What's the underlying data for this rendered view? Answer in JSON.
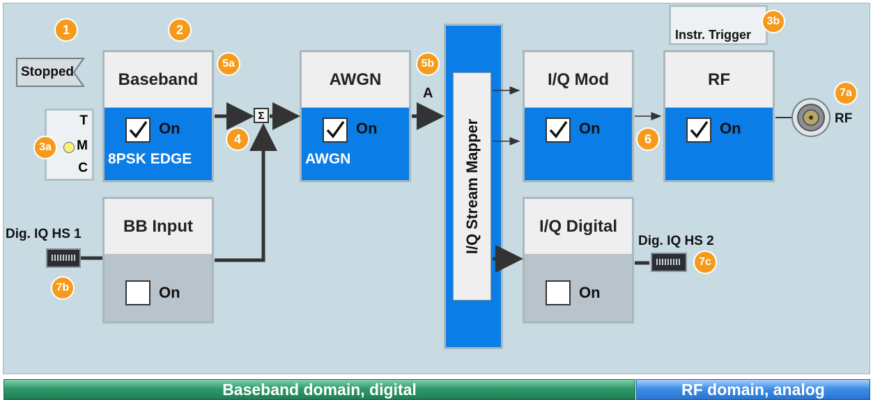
{
  "status": {
    "stopped_label": "Stopped"
  },
  "tmc": {
    "t": "T",
    "m": "M",
    "c": "C"
  },
  "blocks": {
    "baseband": {
      "title": "Baseband",
      "on_label": "On",
      "sub": "8PSK EDGE",
      "checked": true
    },
    "bb_input": {
      "title": "BB Input",
      "on_label": "On",
      "checked": false
    },
    "awgn": {
      "title": "AWGN",
      "on_label": "On",
      "sub": "AWGN",
      "checked": true
    },
    "iq_mod": {
      "title": "I/Q Mod",
      "on_label": "On",
      "checked": true
    },
    "rf": {
      "title": "RF",
      "on_label": "On",
      "checked": true
    },
    "iq_digital": {
      "title": "I/Q Digital",
      "on_label": "On",
      "checked": false
    }
  },
  "mapper": {
    "label": "I/Q Stream Mapper",
    "path_label": "A"
  },
  "trigger": {
    "label": "Instr. Trigger"
  },
  "connectors": {
    "dig_iq_hs1": "Dig. IQ HS 1",
    "dig_iq_hs2": "Dig. IQ HS 2",
    "rf_out": "RF"
  },
  "sum_symbol": "Σ",
  "badges": {
    "b1": "1",
    "b2": "2",
    "b3a": "3a",
    "b3b": "3b",
    "b4": "4",
    "b5a": "5a",
    "b5b": "5b",
    "b6": "6",
    "b7a": "7a",
    "b7b": "7b",
    "b7c": "7c"
  },
  "domains": {
    "baseband": "Baseband domain,  digital",
    "rf": "RF domain, analog"
  },
  "colors": {
    "on_blue": "#0a7ee6",
    "badge_orange": "#f59a1b",
    "baseband_green": "#2f9a6c",
    "rf_blue": "#3e8fe8"
  }
}
